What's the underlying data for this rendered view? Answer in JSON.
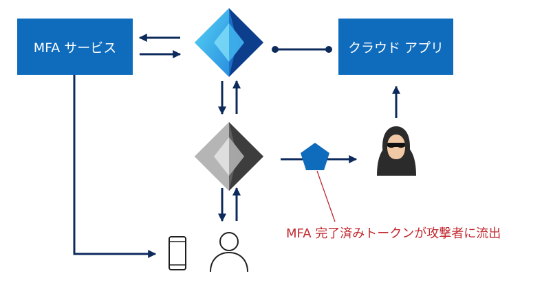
{
  "boxes": {
    "mfa_service": "MFA サービス",
    "cloud_app": "クラウド アプリ"
  },
  "annotation": {
    "leak_text": "MFA 完了済みトークンが攻撃者に流出"
  },
  "icons": {
    "identity_provider": "azure-ad-diamond-icon",
    "proxy": "grey-diamond-icon",
    "token": "pentagon-token-icon",
    "attacker": "hacker-icon",
    "phone": "smartphone-icon",
    "user": "user-icon"
  },
  "colors": {
    "box_fill": "#0f6cbd",
    "arrow": "#0d2a5c",
    "leak_line": "#c0272d",
    "token": "#0f6cbd"
  }
}
